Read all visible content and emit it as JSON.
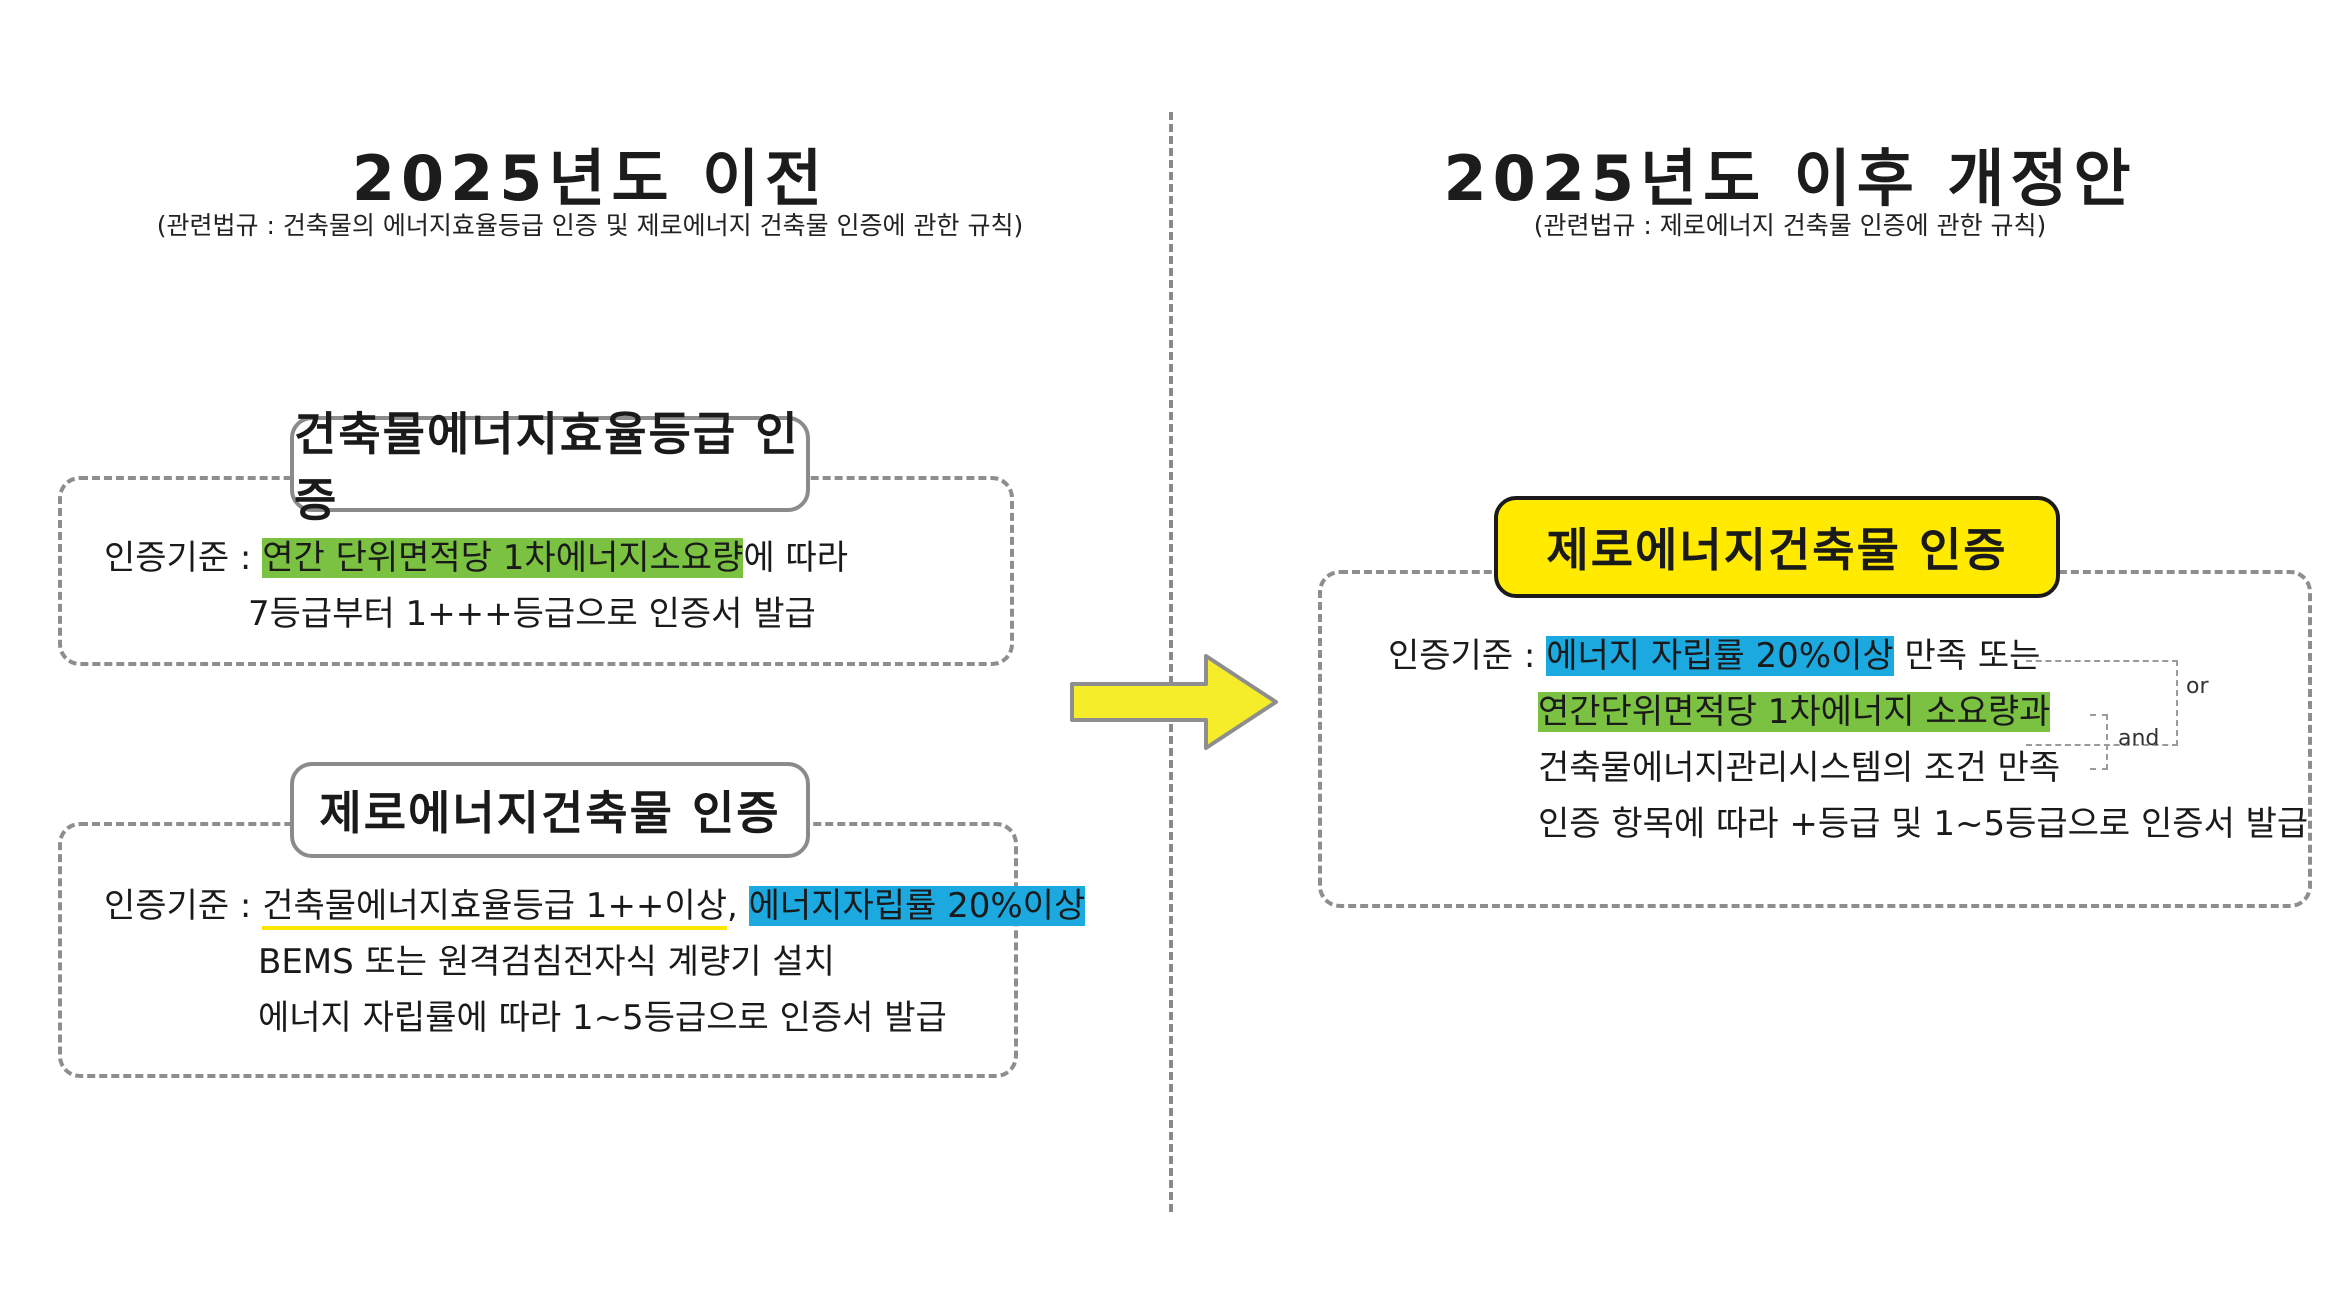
{
  "left": {
    "title": "2025년도 이전",
    "subtitle": "(관련법규 : 건축물의 에너지효율등급 인증 및 제로에너지 건축물 인증에 관한 규칙)",
    "box1": {
      "label": "건축물에너지효율등급 인증",
      "criteria_label": "인증기준 :",
      "line1_highlight": "연간 단위면적당 1차에너지소요량",
      "line1_rest": "에 따라",
      "line2": "7등급부터 1+++등급으로 인증서 발급"
    },
    "box2": {
      "label": "제로에너지건축물 인증",
      "criteria_label": "인증기준 :",
      "line1_underline": "건축물에너지효율등급 1++이상",
      "line1_sep": ",",
      "line1_highlight": "에너지자립률 20%이상",
      "line2": "BEMS 또는 원격검침전자식 계량기 설치",
      "line3": "에너지 자립률에 따라 1~5등급으로 인증서 발급"
    }
  },
  "right": {
    "title": "2025년도 이후 개정안",
    "subtitle": "(관련법규 : 제로에너지 건축물 인증에 관한 규칙)",
    "box": {
      "label": "제로에너지건축물 인증",
      "criteria_label": "인증기준 :",
      "line1_highlight": "에너지 자립률 20%이상",
      "line1_rest": "만족 또는",
      "line2_highlight": "연간단위면적당 1차에너지 소요량과",
      "line3": "건축물에너지관리시스템의 조건 만족",
      "line4": "인증 항목에 따라 +등급 및 1~5등급으로 인증서 발급",
      "or_label": "or",
      "and_label": "and"
    }
  },
  "colors": {
    "green_highlight": "#7bc142",
    "blue_highlight": "#1ba9e0",
    "yellow": "#ffea00",
    "arrow_fill": "#f5ec2a",
    "dash_gray": "#8e8e8e"
  }
}
